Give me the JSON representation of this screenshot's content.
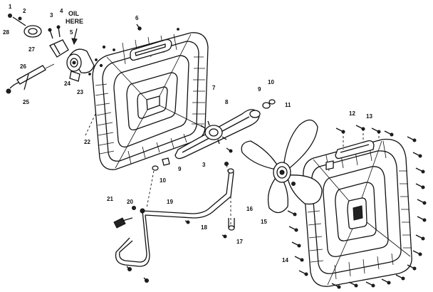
{
  "diagram": {
    "oil_note": [
      "OIL",
      "HERE"
    ],
    "part_numbers": [
      {
        "id": "p1",
        "label": "1"
      },
      {
        "id": "p2",
        "label": "2"
      },
      {
        "id": "p3",
        "label": "3"
      },
      {
        "id": "p4",
        "label": "4"
      },
      {
        "id": "p5",
        "label": "5"
      },
      {
        "id": "p6",
        "label": "6"
      },
      {
        "id": "p7",
        "label": "7"
      },
      {
        "id": "p8",
        "label": "8"
      },
      {
        "id": "p9a",
        "label": "9"
      },
      {
        "id": "p9b",
        "label": "9"
      },
      {
        "id": "p3b",
        "label": "3"
      },
      {
        "id": "p10a",
        "label": "10"
      },
      {
        "id": "p10b",
        "label": "10"
      },
      {
        "id": "p11",
        "label": "11"
      },
      {
        "id": "p12",
        "label": "12"
      },
      {
        "id": "p13",
        "label": "13"
      },
      {
        "id": "p14",
        "label": "14"
      },
      {
        "id": "p15",
        "label": "15"
      },
      {
        "id": "p16",
        "label": "16"
      },
      {
        "id": "p17",
        "label": "17"
      },
      {
        "id": "p18",
        "label": "18"
      },
      {
        "id": "p19",
        "label": "19"
      },
      {
        "id": "p20",
        "label": "20"
      },
      {
        "id": "p21",
        "label": "21"
      },
      {
        "id": "p22",
        "label": "22"
      },
      {
        "id": "p23",
        "label": "23"
      },
      {
        "id": "p24",
        "label": "24"
      },
      {
        "id": "p25",
        "label": "25"
      },
      {
        "id": "p26",
        "label": "26"
      },
      {
        "id": "p27",
        "label": "27"
      },
      {
        "id": "p28",
        "label": "28"
      }
    ]
  }
}
